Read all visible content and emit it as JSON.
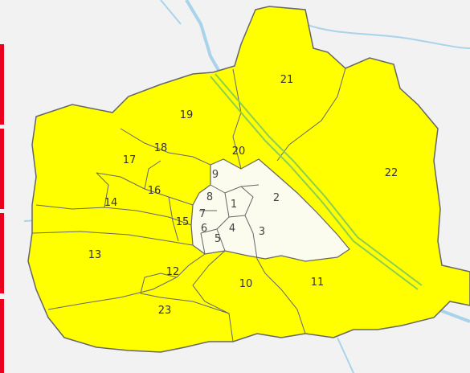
{
  "map": {
    "colors": {
      "background": "#f2f2f2",
      "highlighted": "#ffff00",
      "inner_city": "#fbfbee",
      "border": "#666666",
      "water": "#a9d3ea",
      "rail": "#8ccf4d",
      "accent": "#e8001c"
    },
    "districts": [
      {
        "id": "1",
        "label": "1",
        "highlighted": false
      },
      {
        "id": "2",
        "label": "2",
        "highlighted": false
      },
      {
        "id": "3",
        "label": "3",
        "highlighted": false
      },
      {
        "id": "4",
        "label": "4",
        "highlighted": false
      },
      {
        "id": "5",
        "label": "5",
        "highlighted": false
      },
      {
        "id": "6",
        "label": "6",
        "highlighted": false
      },
      {
        "id": "7",
        "label": "7",
        "highlighted": false
      },
      {
        "id": "8",
        "label": "8",
        "highlighted": false
      },
      {
        "id": "9",
        "label": "9",
        "highlighted": false
      },
      {
        "id": "10",
        "label": "10",
        "highlighted": true
      },
      {
        "id": "11",
        "label": "11",
        "highlighted": true
      },
      {
        "id": "12",
        "label": "12",
        "highlighted": true
      },
      {
        "id": "13",
        "label": "13",
        "highlighted": true
      },
      {
        "id": "14",
        "label": "14",
        "highlighted": true
      },
      {
        "id": "15",
        "label": "15",
        "highlighted": true
      },
      {
        "id": "16",
        "label": "16",
        "highlighted": true
      },
      {
        "id": "17",
        "label": "17",
        "highlighted": true
      },
      {
        "id": "18",
        "label": "18",
        "highlighted": true
      },
      {
        "id": "19",
        "label": "19",
        "highlighted": true
      },
      {
        "id": "20",
        "label": "20",
        "highlighted": true
      },
      {
        "id": "21",
        "label": "21",
        "highlighted": true
      },
      {
        "id": "22",
        "label": "22",
        "highlighted": true
      },
      {
        "id": "23",
        "label": "23",
        "highlighted": true
      }
    ]
  }
}
